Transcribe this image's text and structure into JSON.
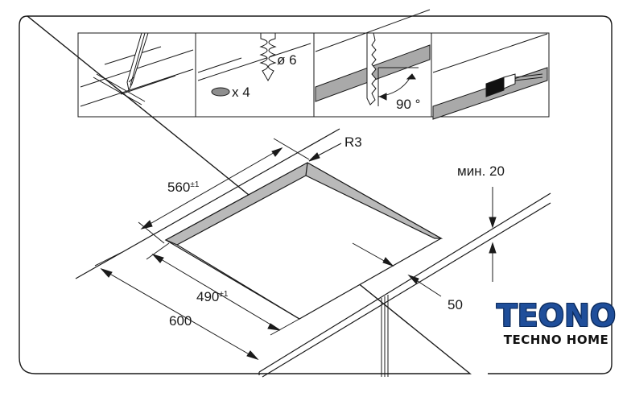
{
  "drawing": {
    "step2_diameter": "ø 6",
    "step2_count": "x 4",
    "step3_angle": "90 °",
    "radius_label": "R3",
    "dim_width_value": "560",
    "dim_width_tol": "±1",
    "dim_depth_value": "490",
    "dim_depth_tol": "±1",
    "dim_worktop": "600",
    "dim_edge": "50",
    "dim_min_thickness": "мин. 20"
  },
  "logo": {
    "brand": "TEONO",
    "tagline": "TECHNO HOME",
    "color_main": "#1f4e9a"
  }
}
